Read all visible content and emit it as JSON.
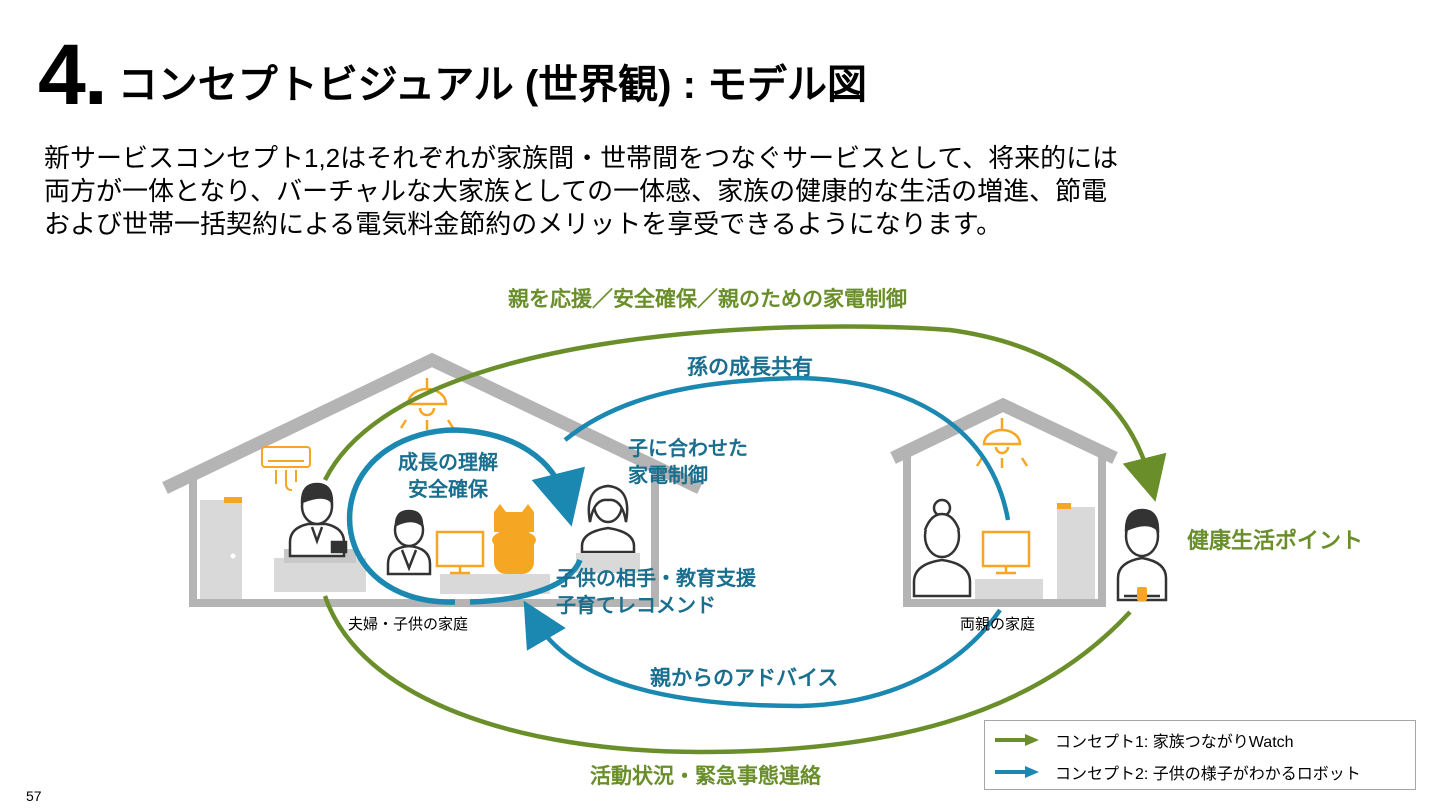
{
  "title": {
    "number": "4.",
    "text": "コンセプトビジュアル (世界観) : モデル図"
  },
  "intro": [
    "新サービスコンセプト1,2はそれぞれが家族間・世帯間をつなぐサービスとして、将来的には",
    "両方が一体となり、バーチャルな大家族としての一体感、家族の健康的な生活の増進、節電",
    "および世帯一括契約による電気料金節約のメリットを享受できるようになります。"
  ],
  "labels": {
    "green_top": "親を応援／安全確保／親のための家電制御",
    "green_bottom": "活動状況・緊急事態連絡",
    "health_points": "健康生活ポイント",
    "blue_top": "孫の成長共有",
    "blue_bottom": "親からのアドバイス",
    "inner_line1": "成長の理解",
    "inner_line2": "安全確保",
    "appliance_line1": "子に合わせた",
    "appliance_line2": "家電制御",
    "support_line1": "子供の相手・教育支援",
    "support_line2": "子育てレコメンド"
  },
  "captions": {
    "left_house": "夫婦・子供の家庭",
    "right_house": "両親の家庭"
  },
  "legend": {
    "concept1": "コンセプト1: 家族つながりWatch",
    "concept2": "コンセプト2: 子供の様子がわかるロボット"
  },
  "colors": {
    "green": "#6a8f2a",
    "blue": "#1a88b0",
    "gray": "#b4b4b4",
    "orange": "#f5a623"
  },
  "page_number": "57"
}
